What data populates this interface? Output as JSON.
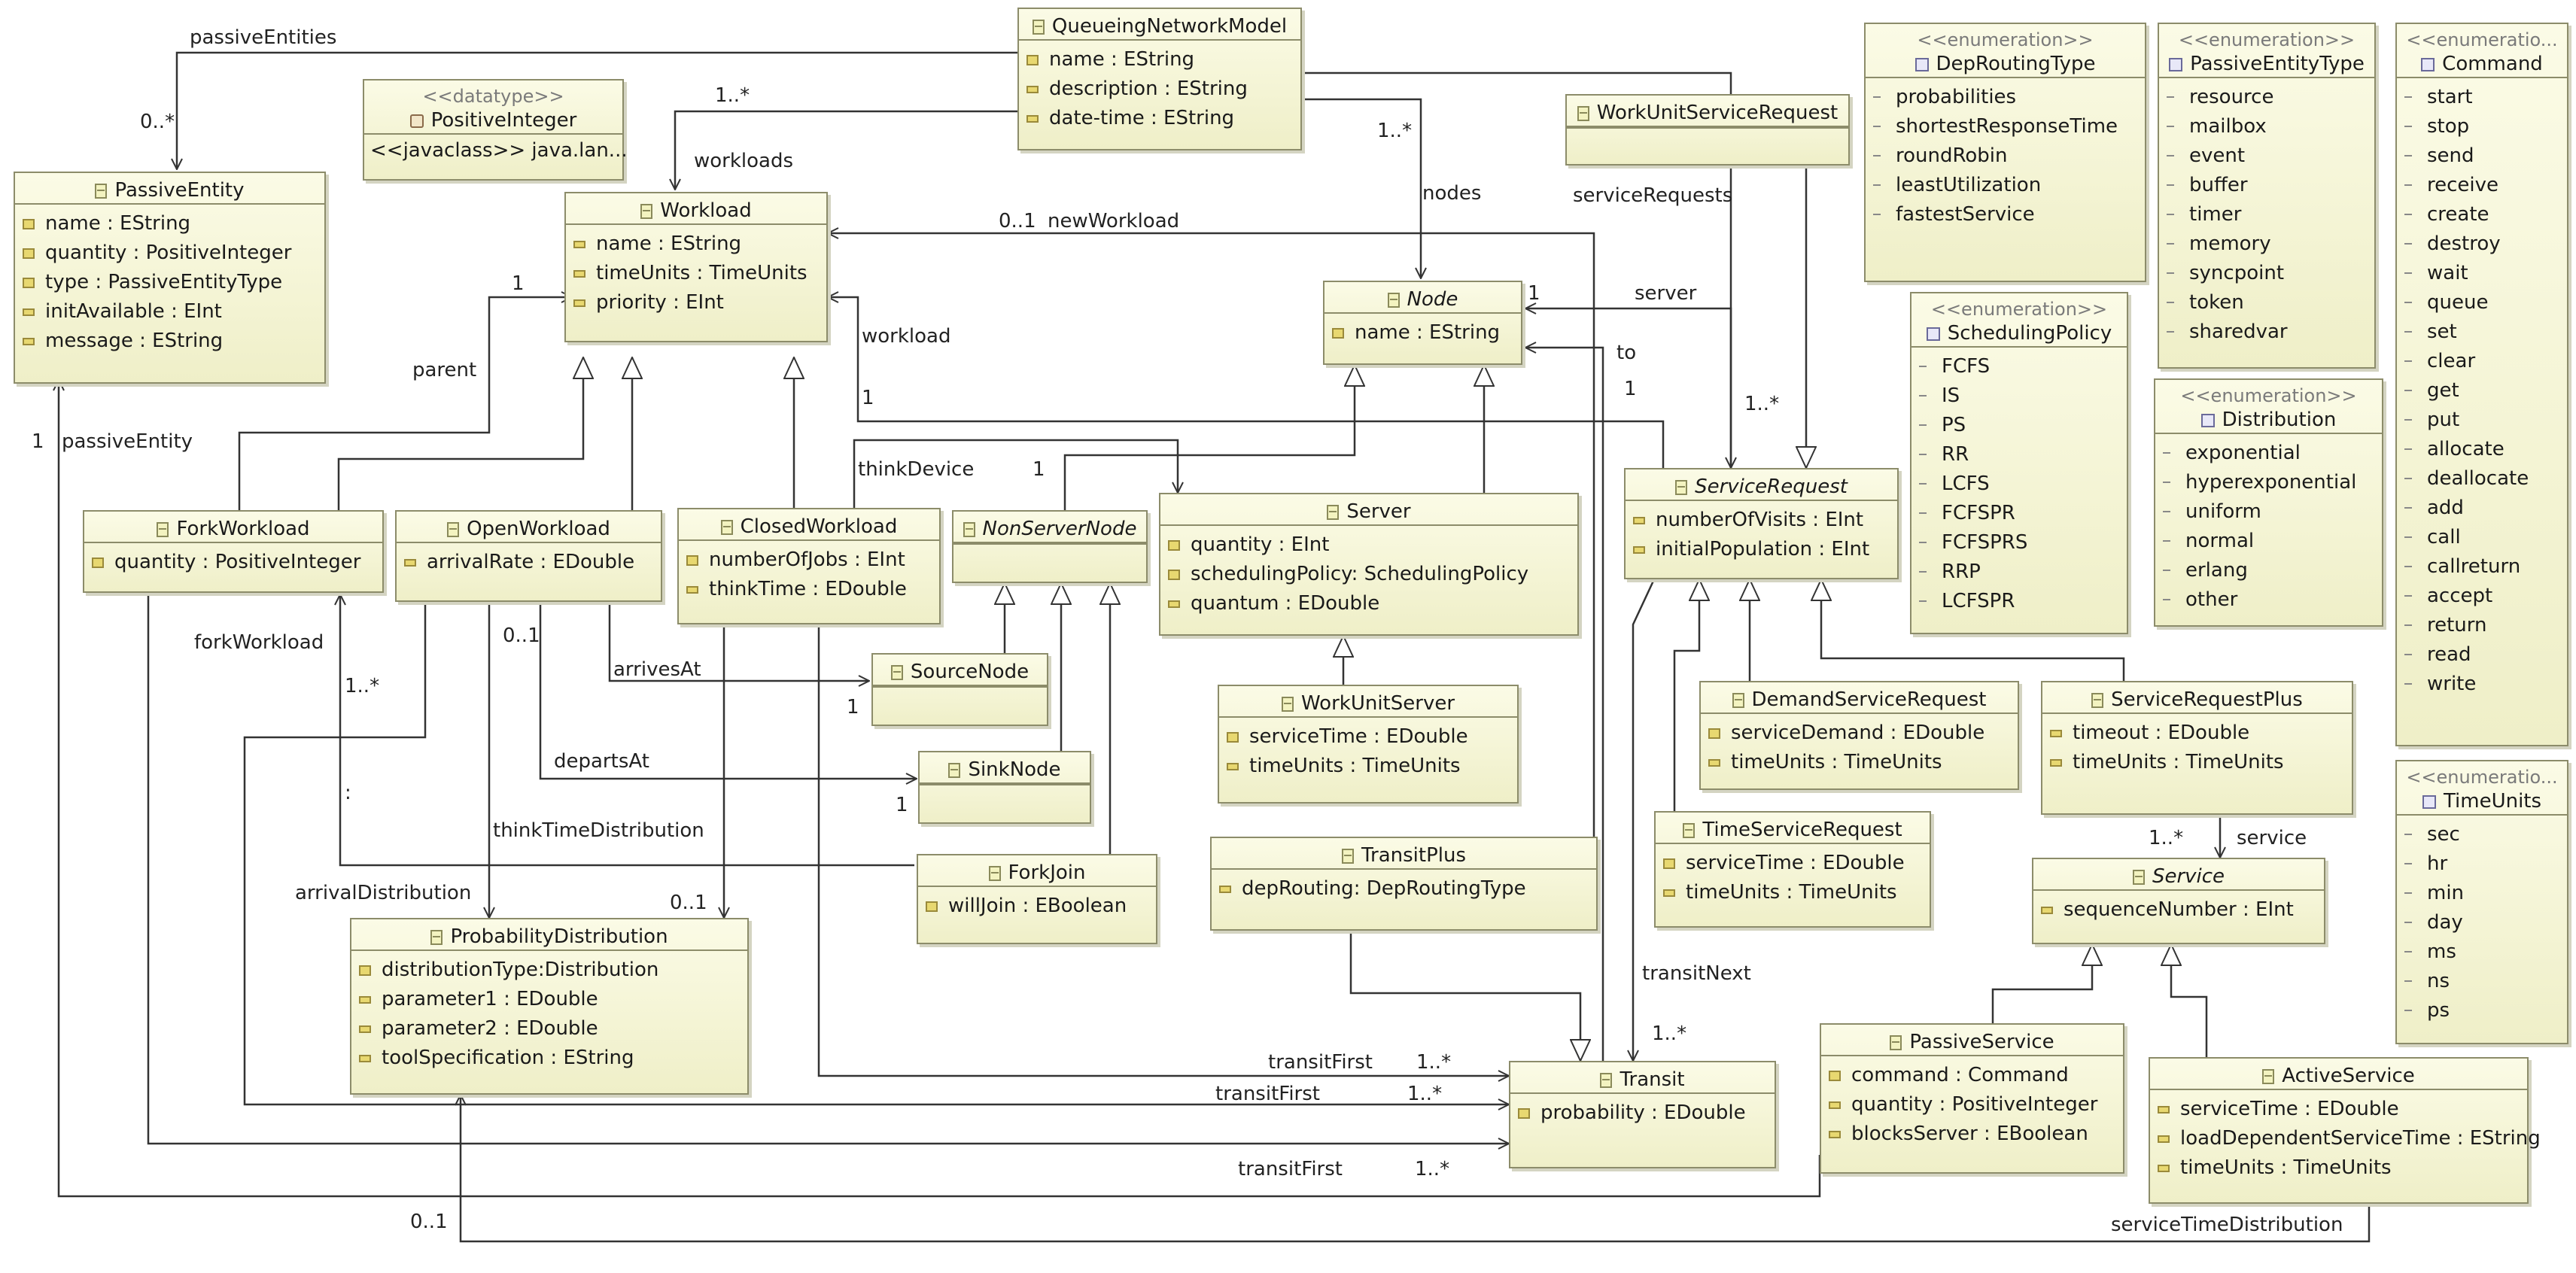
{
  "classes": {
    "queueing_network_model": {
      "name": "QueueingNetworkModel",
      "attributes": [
        "name : EString",
        "description : EString",
        "date-time : EString"
      ]
    },
    "positive_integer": {
      "stereotype": "<<datatype>>",
      "name": "PositiveInteger",
      "attributes": [
        "<<javaclass>> java.lan..."
      ]
    },
    "passive_entity": {
      "name": "PassiveEntity",
      "attributes": [
        "name : EString",
        "quantity : PositiveInteger",
        "type : PassiveEntityType",
        "initAvailable : EInt",
        "message : EString"
      ]
    },
    "workload": {
      "name": "Workload",
      "attributes": [
        "name : EString",
        "timeUnits : TimeUnits",
        "priority : EInt"
      ]
    },
    "node": {
      "name": "Node",
      "attributes": [
        "name : EString"
      ]
    },
    "work_unit_service_request": {
      "name": "WorkUnitServiceRequest"
    },
    "fork_workload": {
      "name": "ForkWorkload",
      "attributes": [
        "quantity : PositiveInteger"
      ]
    },
    "open_workload": {
      "name": "OpenWorkload",
      "attributes": [
        "arrivalRate : EDouble"
      ]
    },
    "closed_workload": {
      "name": "ClosedWorkload",
      "attributes": [
        "numberOfJobs : EInt",
        "thinkTime : EDouble"
      ]
    },
    "non_server_node": {
      "name": "NonServerNode"
    },
    "server": {
      "name": "Server",
      "attributes": [
        "quantity : EInt",
        "schedulingPolicy: SchedulingPolicy",
        "quantum : EDouble"
      ]
    },
    "service_request": {
      "name": "ServiceRequest",
      "attributes": [
        "numberOfVisits : EInt",
        "initialPopulation : EInt"
      ]
    },
    "source_node": {
      "name": "SourceNode"
    },
    "sink_node": {
      "name": "SinkNode"
    },
    "work_unit_server": {
      "name": "WorkUnitServer",
      "attributes": [
        "serviceTime : EDouble",
        "timeUnits : TimeUnits"
      ]
    },
    "demand_service_request": {
      "name": "DemandServiceRequest",
      "attributes": [
        "serviceDemand : EDouble",
        "timeUnits : TimeUnits"
      ]
    },
    "service_request_plus": {
      "name": "ServiceRequestPlus",
      "attributes": [
        "timeout : EDouble",
        "timeUnits : TimeUnits"
      ]
    },
    "time_service_request": {
      "name": "TimeServiceRequest",
      "attributes": [
        "serviceTime : EDouble",
        "timeUnits : TimeUnits"
      ]
    },
    "fork_join": {
      "name": "ForkJoin",
      "attributes": [
        "willJoin : EBoolean"
      ]
    },
    "transit_plus": {
      "name": "TransitPlus",
      "attributes": [
        "depRouting: DepRoutingType"
      ]
    },
    "service": {
      "name": "Service",
      "attributes": [
        "sequenceNumber : EInt"
      ]
    },
    "probability_distribution": {
      "name": "ProbabilityDistribution",
      "attributes": [
        "distributionType:Distribution",
        "parameter1 : EDouble",
        "parameter2 : EDouble",
        "toolSpecification : EString"
      ]
    },
    "transit": {
      "name": "Transit",
      "attributes": [
        "probability : EDouble"
      ]
    },
    "passive_service": {
      "name": "PassiveService",
      "attributes": [
        "command : Command",
        "quantity : PositiveInteger",
        "blocksServer : EBoolean"
      ]
    },
    "active_service": {
      "name": "ActiveService",
      "attributes": [
        "serviceTime : EDouble",
        "loadDependentServiceTime : EString",
        "timeUnits : TimeUnits"
      ]
    }
  },
  "enumerations": {
    "dep_routing_type": {
      "stereotype": "<<enumeration>>",
      "name": "DepRoutingType",
      "literals": [
        "probabilities",
        "shortestResponseTime",
        "roundRobin",
        "leastUtilization",
        "fastestService"
      ]
    },
    "passive_entity_type": {
      "stereotype": "<<enumeration>>",
      "name": "PassiveEntityType",
      "literals": [
        "resource",
        "mailbox",
        "event",
        "buffer",
        "timer",
        "memory",
        "syncpoint",
        "token",
        "sharedvar"
      ]
    },
    "command": {
      "stereotype": "<<enumeratio...",
      "name": "Command",
      "literals": [
        "start",
        "stop",
        "send",
        "receive",
        "create",
        "destroy",
        "wait",
        "queue",
        "set",
        "clear",
        "get",
        "put",
        "allocate",
        "deallocate",
        "add",
        "call",
        "callreturn",
        "accept",
        "return",
        "read",
        "write"
      ]
    },
    "scheduling_policy": {
      "stereotype": "<<enumeration>>",
      "name": "SchedulingPolicy",
      "literals": [
        "FCFS",
        "IS",
        "PS",
        "RR",
        "LCFS",
        "FCFSPR",
        "FCFSPRS",
        "RRP",
        "LCFSPR"
      ]
    },
    "distribution": {
      "stereotype": "<<enumeration>>",
      "name": "Distribution",
      "literals": [
        "exponential",
        "hyperexponential",
        "uniform",
        "normal",
        "erlang",
        "other"
      ]
    },
    "time_units": {
      "stereotype": "<<enumeratio...",
      "name": "TimeUnits",
      "literals": [
        "sec",
        "hr",
        "min",
        "day",
        "ms",
        "ns",
        "ps"
      ]
    }
  },
  "edge_labels": {
    "passive_entities": "passiveEntities",
    "passive_entities_mult": "0..*",
    "workloads_mult": "1..*",
    "workloads": "workloads",
    "nodes_mult": "1..*",
    "nodes": "nodes",
    "new_workload_mult": "0..1",
    "new_workload": "newWorkload",
    "service_requests": "serviceRequests",
    "server": "server",
    "server_mult": "1",
    "to": "to",
    "to_mult": "1",
    "service_requests_mult": "1..*",
    "parent_mult": "1",
    "parent": "parent",
    "workload": "workload",
    "workload_mult": "1",
    "think_device": "thinkDevice",
    "think_device_mult": "1",
    "passive_entity_mult": "1",
    "passive_entity": "passiveEntity",
    "fork_workload": "forkWorkload",
    "fork_workload_mult": "1..*",
    "departs_mult": "0..1",
    "arrives_at": "arrivesAt",
    "arrives_at_mult": "1",
    "departs_at": "departsAt",
    "departs_at_mult": "1",
    "colon": ":",
    "think_time_distribution": "thinkTimeDistribution",
    "arrival_distribution": "arrivalDistribution",
    "think_dist_mult": "0..1",
    "transit_next": "transitNext",
    "transit_next_mult": "1..*",
    "service_mult": "1..*",
    "service": "service",
    "transit_first_1": "transitFirst",
    "transit_first_1_mult": "1..*",
    "transit_first_2": "transitFirst",
    "transit_first_2_mult": "1..*",
    "transit_first_3": "transitFirst",
    "transit_first_3_mult": "1..*",
    "service_time_dist_mult": "0..1",
    "service_time_distribution": "serviceTimeDistribution"
  }
}
